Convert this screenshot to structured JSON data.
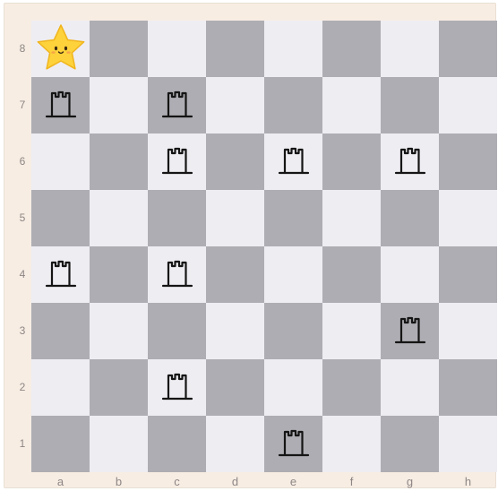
{
  "board": {
    "files": [
      "a",
      "b",
      "c",
      "d",
      "e",
      "f",
      "g",
      "h"
    ],
    "ranks": [
      "8",
      "7",
      "6",
      "5",
      "4",
      "3",
      "2",
      "1"
    ],
    "colors": {
      "light_square": "#eeedf2",
      "dark_square": "#aeadb3",
      "label": "#8d8685",
      "star": "#fdd23b"
    },
    "pieces": [
      {
        "square": "a8",
        "type": "star",
        "icon": "star-icon"
      },
      {
        "square": "a7",
        "type": "rook",
        "icon": "rook-icon"
      },
      {
        "square": "c7",
        "type": "rook",
        "icon": "rook-icon"
      },
      {
        "square": "c6",
        "type": "rook",
        "icon": "rook-icon"
      },
      {
        "square": "e6",
        "type": "rook",
        "icon": "rook-icon"
      },
      {
        "square": "g6",
        "type": "rook",
        "icon": "rook-icon"
      },
      {
        "square": "a4",
        "type": "rook",
        "icon": "rook-icon"
      },
      {
        "square": "c4",
        "type": "rook",
        "icon": "rook-icon"
      },
      {
        "square": "g3",
        "type": "rook",
        "icon": "rook-icon"
      },
      {
        "square": "c2",
        "type": "rook",
        "icon": "rook-icon"
      },
      {
        "square": "e1",
        "type": "rook",
        "icon": "rook-icon"
      }
    ]
  }
}
